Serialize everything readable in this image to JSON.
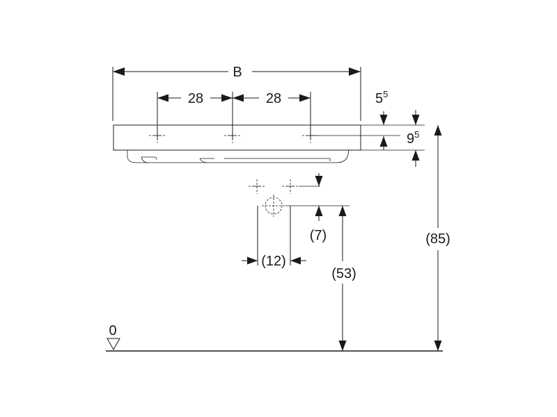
{
  "dimensions": {
    "width_label": "B",
    "tap_spacing_left": "28",
    "tap_spacing_right": "28",
    "top_offset": {
      "base": "5",
      "sup": "5"
    },
    "rim_thickness": {
      "base": "9",
      "sup": "5"
    },
    "waste_spacing": "(12)",
    "waste_drop": "(7)",
    "waste_height": "(53)",
    "rim_height": "(85)",
    "floor_level": "0"
  }
}
